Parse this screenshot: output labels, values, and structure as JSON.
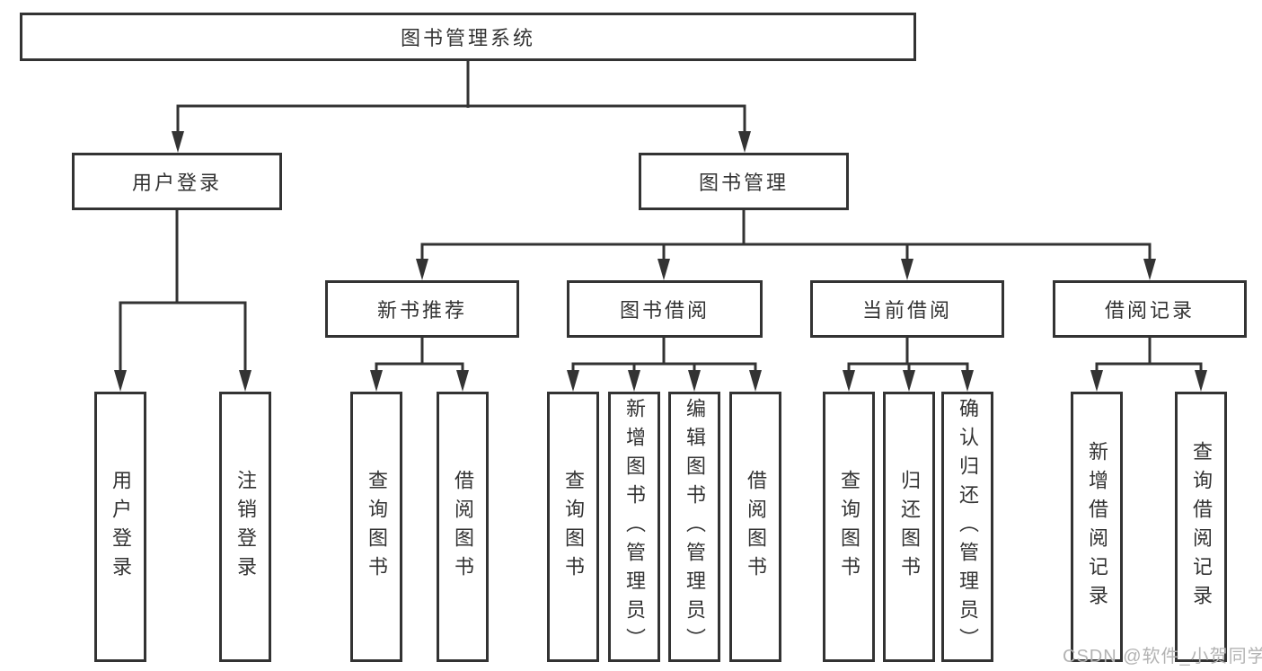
{
  "diagram": {
    "root": "图书管理系统",
    "branches": [
      {
        "label": "用户登录",
        "children": [
          "用户登录",
          "注销登录"
        ]
      },
      {
        "label": "图书管理",
        "children": [
          {
            "label": "新书推荐",
            "children": [
              "查询图书",
              "借阅图书"
            ]
          },
          {
            "label": "图书借阅",
            "children": [
              "查询图书",
              "新增图书（管理员）",
              "编辑图书（管理员）",
              "借阅图书"
            ]
          },
          {
            "label": "当前借阅",
            "children": [
              "查询图书",
              "归还图书",
              "确认归还（管理员）"
            ]
          },
          {
            "label": "借阅记录",
            "children": [
              "新增借阅记录",
              "查询借阅记录"
            ]
          }
        ]
      }
    ],
    "watermark": "CSDN @软件_小贺同学",
    "colors": {
      "line": "#333333",
      "box_border": "#333333",
      "text": "#333333",
      "watermark_text": "#b3b3b3",
      "background": "#ffffff"
    }
  }
}
